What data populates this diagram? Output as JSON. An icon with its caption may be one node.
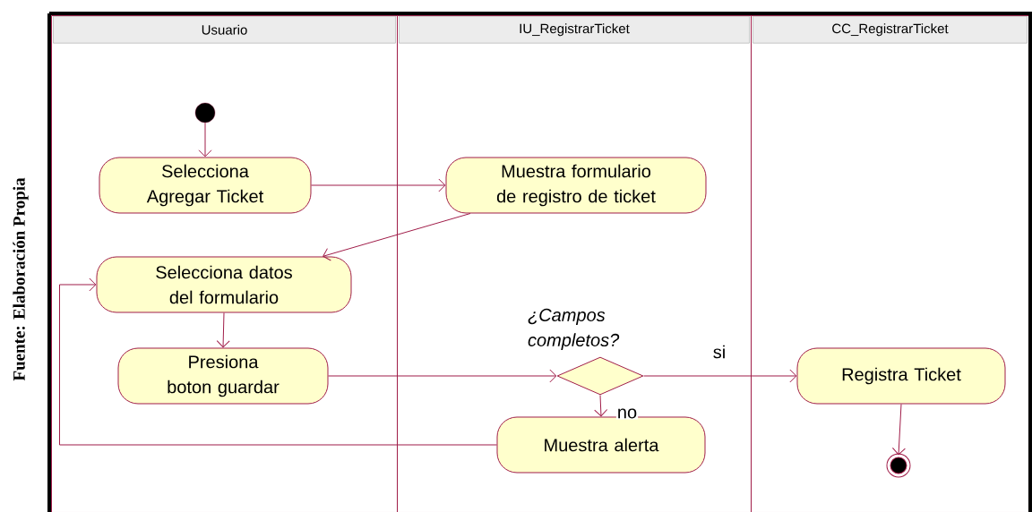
{
  "diagram": {
    "caption": "Fuente: Elaboración Propia",
    "nodes": [
      {
        "text": [
          "Usuario"
        ]
      },
      {
        "text": [
          "IU_RegistrarTicket"
        ]
      },
      {
        "text": [
          "CC_RegistrarTicket"
        ]
      },
      {
        "text": [],
        "shape": "circle",
        "in": 0
      },
      {
        "text": [
          "Selecciona Agregar Ticket"
        ],
        "in": 0
      },
      {
        "text": [
          "Muestra formulario de registro de ticket"
        ],
        "in": 1
      },
      {
        "text": [
          "Selecciona datos del formulario"
        ],
        "in": 0
      },
      {
        "text": [
          "Presiona boton guardar"
        ],
        "in": 0
      },
      {
        "text": [
          "¿Campos completos?"
        ],
        "in": 1
      },
      {
        "text": [
          "Registra Ticket"
        ],
        "in": 2
      },
      {
        "text": [
          "Muestra alerta"
        ],
        "in": 1
      },
      {
        "text": [],
        "shape": "circle",
        "in": 2
      }
    ],
    "edges": [
      {
        "from": 3,
        "to": 4,
        "arrow": "to"
      },
      {
        "from": 4,
        "to": 5,
        "arrow": "to"
      },
      {
        "from": 5,
        "to": 6,
        "arrow": "to"
      },
      {
        "from": 6,
        "to": 7,
        "arrow": "to"
      },
      {
        "from": 7,
        "to": 8,
        "arrow": "to"
      },
      {
        "from": 8,
        "to": 9,
        "arrow": "to",
        "label": "si"
      },
      {
        "from": 8,
        "to": 10,
        "arrow": "to",
        "label": "no"
      },
      {
        "from": 10,
        "to": 6,
        "arrow": "to"
      },
      {
        "from": 9,
        "to": 11,
        "arrow": "to"
      }
    ]
  }
}
